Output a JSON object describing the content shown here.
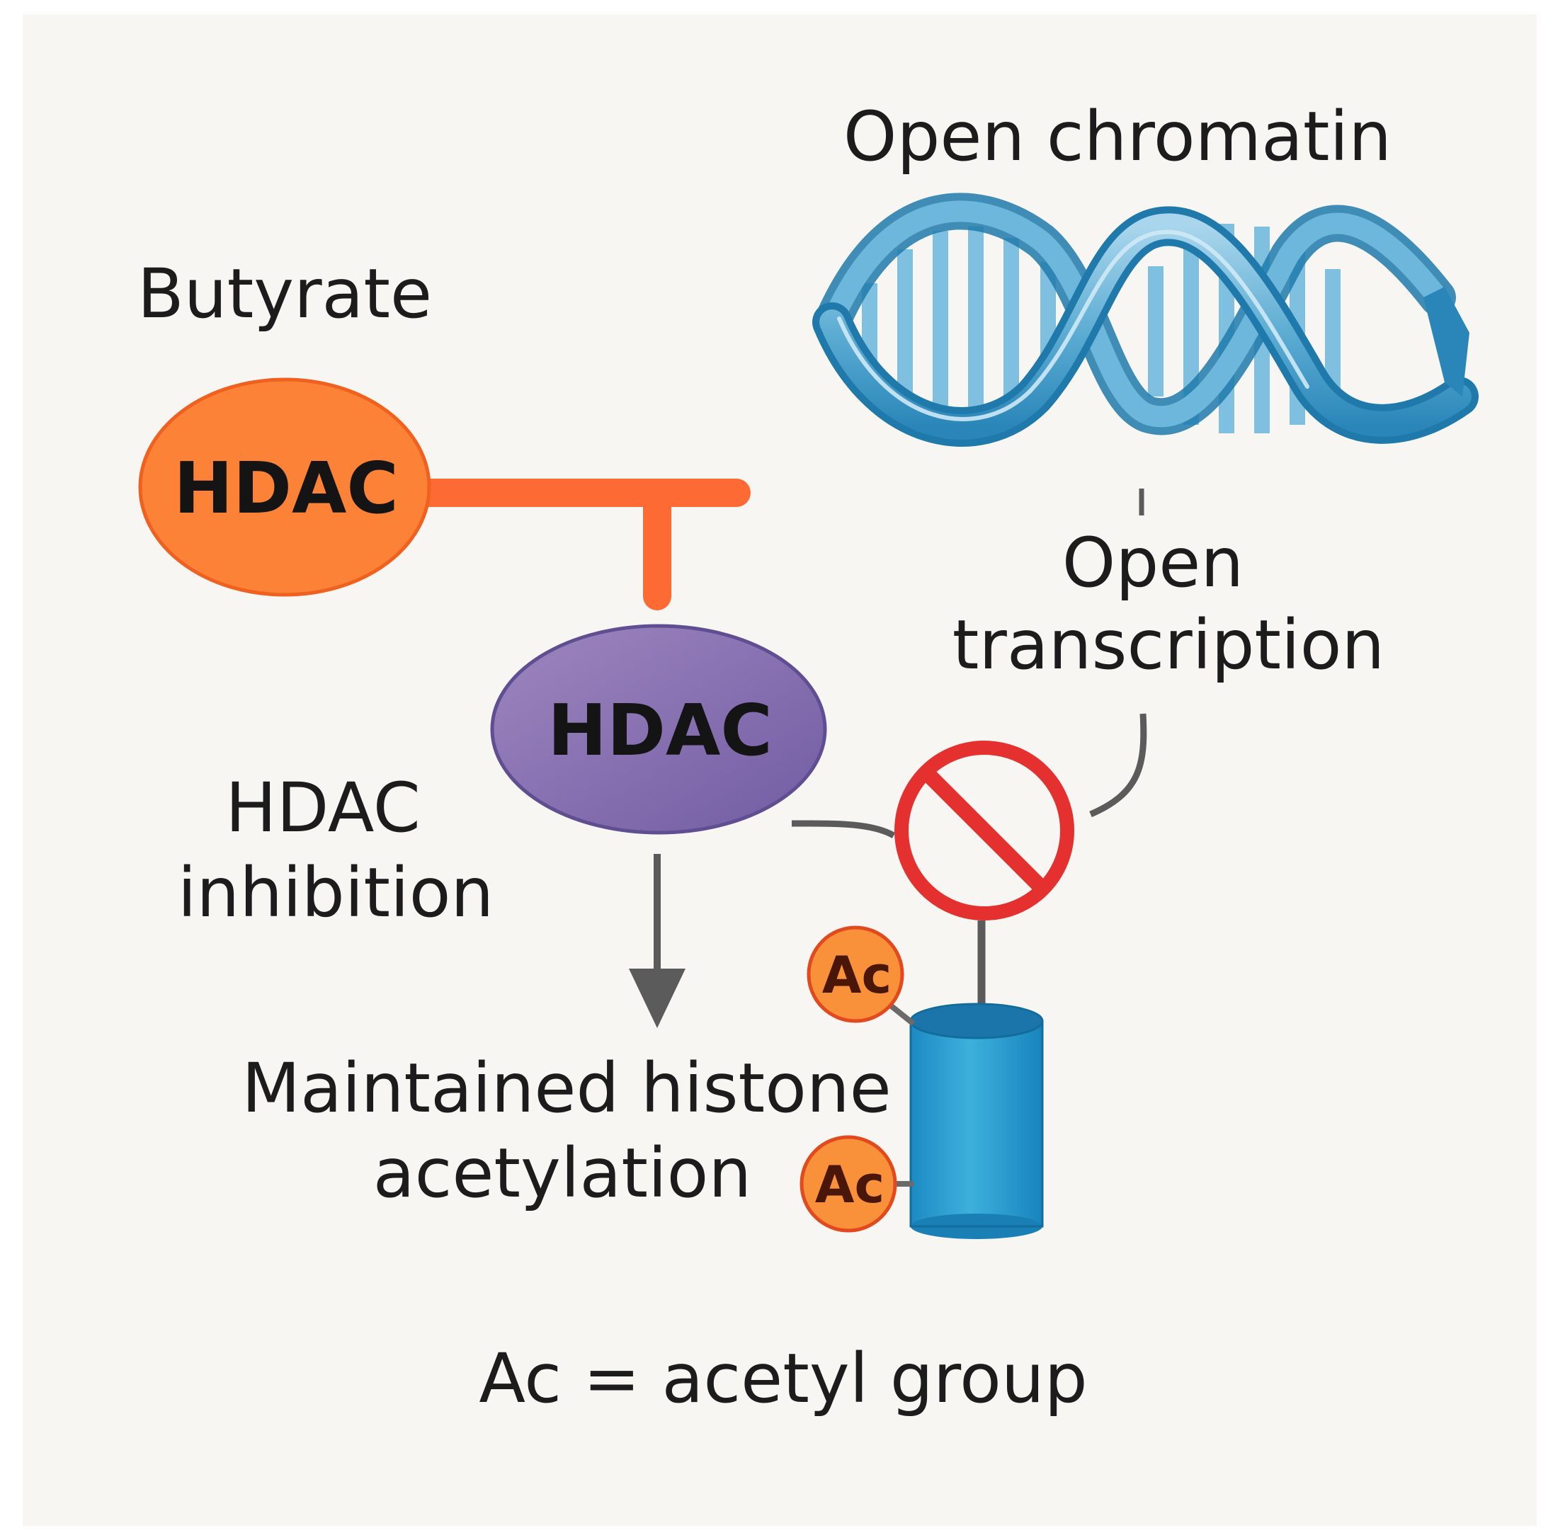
{
  "labels": {
    "butyrate": "Butyrate",
    "open_chromatin": "Open chromatin",
    "open_transcription_line1": "Open",
    "open_transcription_line2": "transcription",
    "hdac_inhibition_line1": "HDAC",
    "hdac_inhibition_line2": "inhibition",
    "maintained_line1": "Maintained histone",
    "maintained_line2": "acetylation",
    "legend": "Ac = acetyl group"
  },
  "nodes": {
    "hdac_top": "HDAC",
    "hdac_middle": "HDAC",
    "acetyl_upper": "Ac",
    "acetyl_lower": "Ac"
  },
  "colors": {
    "background": "#f8f6f2",
    "hdac_top_fill": "#fb8236",
    "hdac_top_stroke": "#f0601f",
    "inhibitor_bar": "#fd6a33",
    "hdac_middle_fill_light": "#9b82bb",
    "hdac_middle_fill_dark": "#7c64a8",
    "hdac_middle_stroke": "#5f4f92",
    "dna_strand": "#57a9d0",
    "dna_strand_dark": "#1f7aab",
    "dna_rung": "#7fbfe0",
    "no_sign": "#e53030",
    "connector": "#5b5b5b",
    "histone_fill": "#2199cf",
    "histone_top": "#1a7fb4",
    "acetyl_fill": "#f9903a",
    "acetyl_stroke": "#e3491e"
  },
  "icons": {
    "dna": "dna-double-helix-icon",
    "blocked": "no-entry-icon",
    "histone": "histone-cylinder-icon"
  }
}
